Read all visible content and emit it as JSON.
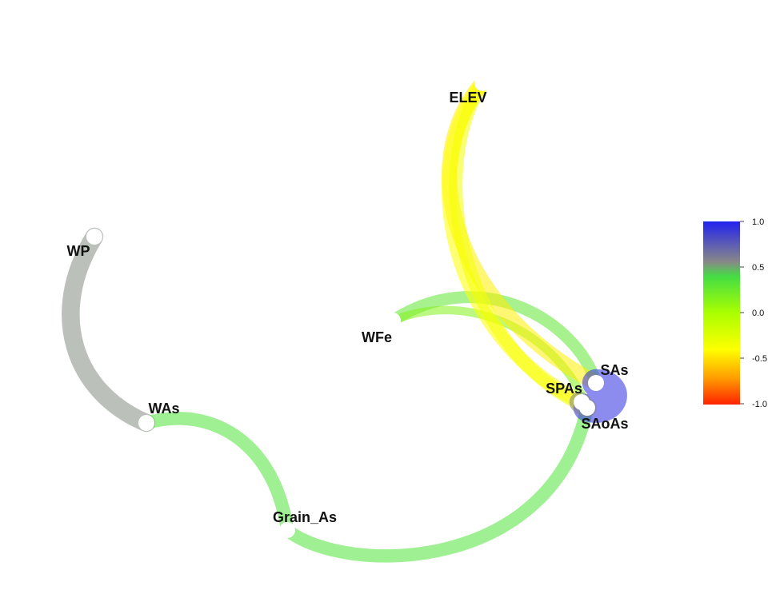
{
  "network": {
    "nodes": [
      {
        "id": "ELEV",
        "label": "ELEV"
      },
      {
        "id": "WP",
        "label": "WP"
      },
      {
        "id": "WFe",
        "label": "WFe"
      },
      {
        "id": "WAs",
        "label": "WAs"
      },
      {
        "id": "SAs",
        "label": "SAs"
      },
      {
        "id": "SPAs",
        "label": "SPAs"
      },
      {
        "id": "SAoAs",
        "label": "SAoAs"
      },
      {
        "id": "Grain_As",
        "label": "Grain_As"
      }
    ],
    "edges": [
      {
        "source": "WP",
        "target": "WAs",
        "correlation": 0.55
      },
      {
        "source": "WAs",
        "target": "Grain_As",
        "correlation": 0.35
      },
      {
        "source": "Grain_As",
        "target": "SAoAs",
        "correlation": 0.35
      },
      {
        "source": "WFe",
        "target": "SAs",
        "correlation": 0.3
      },
      {
        "source": "WFe",
        "target": "SAoAs",
        "correlation": 0.15
      },
      {
        "source": "ELEV",
        "target": "SAs",
        "correlation": -0.45
      },
      {
        "source": "ELEV",
        "target": "SPAs",
        "correlation": -0.4
      },
      {
        "source": "ELEV",
        "target": "SAoAs",
        "correlation": -0.35
      },
      {
        "source": "SAs",
        "target": "SAoAs",
        "correlation": 0.95
      },
      {
        "source": "SPAs",
        "target": "SAoAs",
        "correlation": 0.6
      }
    ]
  },
  "legend": {
    "ticks": [
      "1.0",
      "0.5",
      "0.0",
      "-0.5",
      "-1.0"
    ],
    "tick_values": [
      1.0,
      0.5,
      0.0,
      -0.5,
      -1.0
    ],
    "colors": {
      "top": "#2222ee",
      "upper_mid": "#888888",
      "mid_high": "#44dd44",
      "mid": "#aaff00",
      "mid_low": "#ffff00",
      "lower": "#ff9900",
      "bottom": "#ff2200"
    }
  }
}
